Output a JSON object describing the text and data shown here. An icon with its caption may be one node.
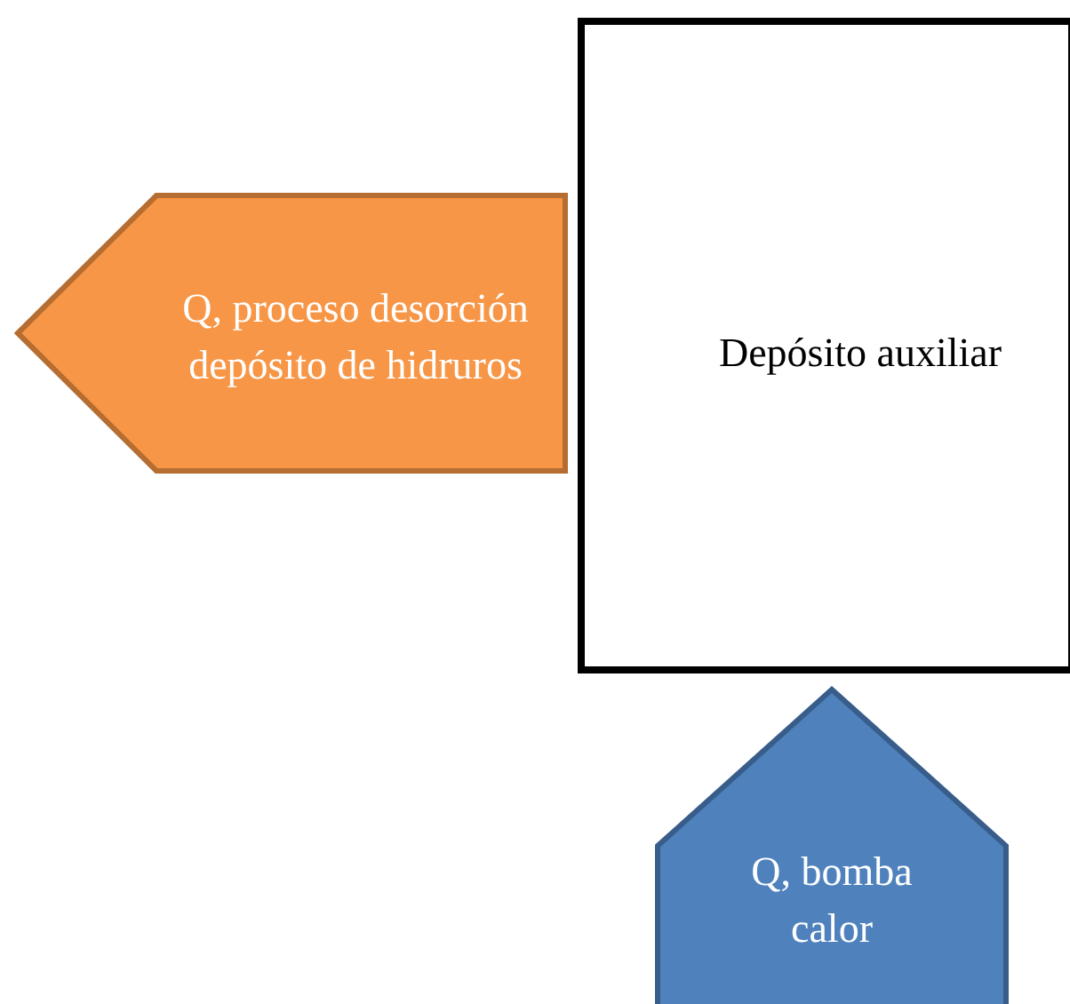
{
  "diagram": {
    "nodes": [
      {
        "text": [
          "Depósito auxiliar"
        ]
      },
      {
        "text": [
          "Q, proceso desorción depósito de hidruros"
        ]
      },
      {
        "text": [
          "Q, bomba calor"
        ]
      }
    ]
  }
}
